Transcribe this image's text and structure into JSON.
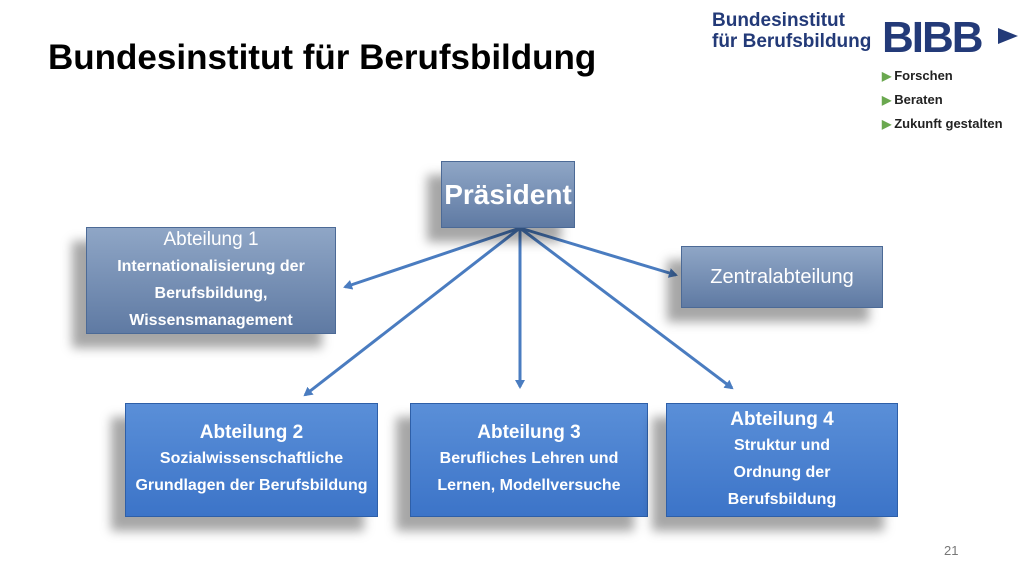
{
  "slide": {
    "title": "Bundesinstitut für Berufsbildung",
    "page_number": "21"
  },
  "logo": {
    "line1": "Bundesinstitut",
    "line2": "für Berufsbildung",
    "mark": "BIBB",
    "taglines": [
      "Forschen",
      "Beraten",
      "Zukunft gestalten"
    ],
    "color": "#233a78",
    "accent": "#6aa84f"
  },
  "org": {
    "president": "Präsident",
    "zentral": "Zentralabteilung",
    "abt1": {
      "head": "Abteilung 1",
      "sub": "Internationalisierung der Berufsbildung, Wissensmanagement"
    },
    "abt2": {
      "head": "Abteilung 2",
      "sub": "Sozialwissenschaftliche Grundlagen der Berufsbildung"
    },
    "abt3": {
      "head": "Abteilung 3",
      "sub": "Berufliches Lehren und Lernen, Modellversuche"
    },
    "abt4": {
      "head": "Abteilung 4",
      "sub": "Struktur und Ordnung der Berufsbildung"
    }
  },
  "colors": {
    "arrow": "#4a7cc0",
    "box_dark": "#6f88ae",
    "box_blue": "#4a80d0"
  }
}
